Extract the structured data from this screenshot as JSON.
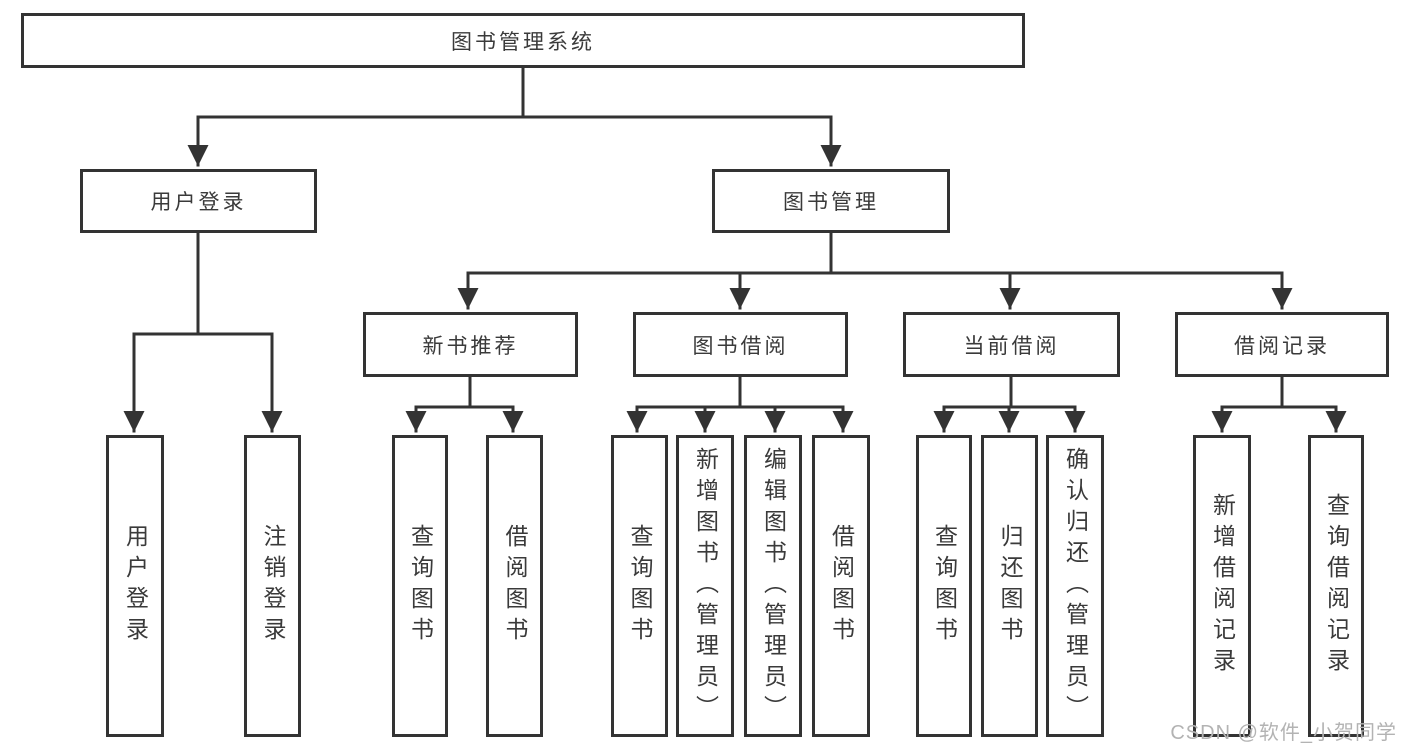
{
  "tree": {
    "root": {
      "label": "图书管理系统"
    },
    "user_login": {
      "label": "用户登录",
      "children": {
        "login": {
          "label": "用户登录"
        },
        "logout": {
          "label": "注销登录"
        }
      }
    },
    "book_management": {
      "label": "图书管理",
      "children": {
        "new_book_recommend": {
          "label": "新书推荐",
          "children": {
            "query_books": {
              "label": "查询图书"
            },
            "borrow_books": {
              "label": "借阅图书"
            }
          }
        },
        "book_borrowing": {
          "label": "图书借阅",
          "children": {
            "query_books": {
              "label": "查询图书"
            },
            "add_books": {
              "label": "新增图书（管理员）"
            },
            "edit_books": {
              "label": "编辑图书（管理员）"
            },
            "borrow_books": {
              "label": "借阅图书"
            }
          }
        },
        "current_borrowing": {
          "label": "当前借阅",
          "children": {
            "query_books": {
              "label": "查询图书"
            },
            "return_books": {
              "label": "归还图书"
            },
            "confirm_return": {
              "label": "确认归还（管理员）"
            }
          }
        },
        "borrowing_records": {
          "label": "借阅记录",
          "children": {
            "add_record": {
              "label": "新增借阅记录"
            },
            "query_record": {
              "label": "查询借阅记录"
            }
          }
        }
      }
    }
  },
  "watermark": "CSDN @软件_小贺同学",
  "colors": {
    "background": "#ffffff",
    "line": "#333333",
    "box_border": "#333333",
    "box_fill": "#ffffff",
    "text": "#3a3a3a",
    "watermark": "#b3b3b3"
  }
}
